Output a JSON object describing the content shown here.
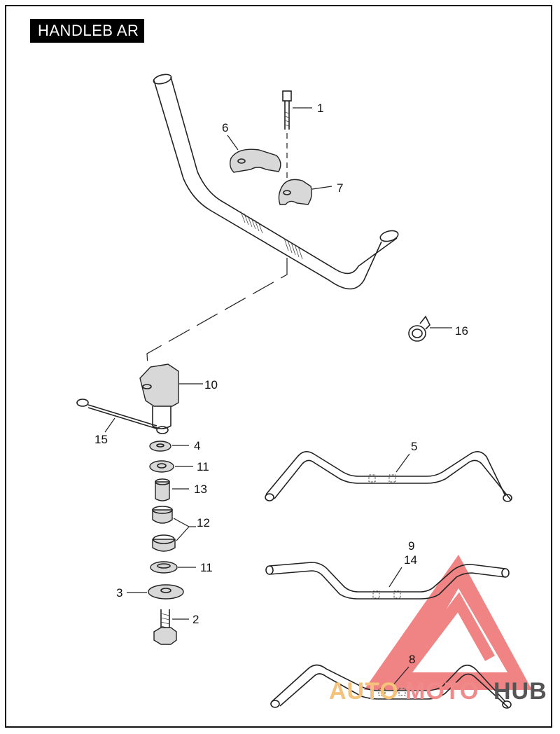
{
  "page_title": "HANDLEB AR",
  "callouts": [
    {
      "id": "c1",
      "text": "1"
    },
    {
      "id": "c6",
      "text": "6"
    },
    {
      "id": "c7",
      "text": "7"
    },
    {
      "id": "c16",
      "text": "16"
    },
    {
      "id": "c10",
      "text": "10"
    },
    {
      "id": "c15",
      "text": "15"
    },
    {
      "id": "c4",
      "text": "4"
    },
    {
      "id": "c11a",
      "text": "11"
    },
    {
      "id": "c13",
      "text": "13"
    },
    {
      "id": "c12",
      "text": "12"
    },
    {
      "id": "c11b",
      "text": "11"
    },
    {
      "id": "c3",
      "text": "3"
    },
    {
      "id": "c2",
      "text": "2"
    },
    {
      "id": "c5",
      "text": "5"
    },
    {
      "id": "c9",
      "text": "9"
    },
    {
      "id": "c14",
      "text": "14"
    },
    {
      "id": "c8",
      "text": "8"
    }
  ],
  "watermark": {
    "part1": "AUTO",
    "part2": "MOTO",
    "part3": "HUB",
    "colors": {
      "triangle": "#ee6f6f",
      "auto": "#f4c27a",
      "moto": "#f08a8a",
      "hub": "#555555"
    }
  },
  "colors": {
    "line": "#222222",
    "title_bg": "#000000",
    "title_text": "#ffffff"
  }
}
